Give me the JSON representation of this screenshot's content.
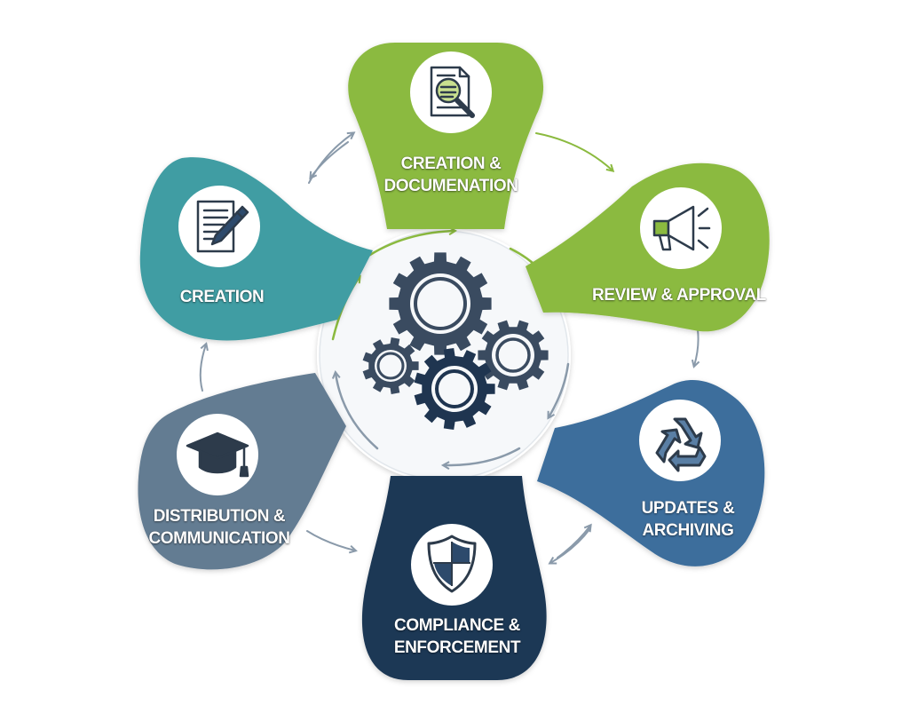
{
  "colors": {
    "green": "#8bba3f",
    "green_light": "#95c24a",
    "teal": "#3f9da3",
    "blue": "#3c6e9c",
    "slate": "#637b92",
    "navy": "#1d3754",
    "gear": "#3a4b60",
    "arrow": "#9aaab8"
  },
  "center": {
    "icon": "gears-icon"
  },
  "stages": [
    {
      "id": "creation-documentation",
      "lines": [
        "CREATION &",
        "DOCUMENATION"
      ],
      "icon": "magnifier-document-icon"
    },
    {
      "id": "review-approval",
      "lines": [
        "REVIEW & APPROVAL"
      ],
      "icon": "megaphone-icon"
    },
    {
      "id": "updates-archiving",
      "lines": [
        "UPDATES &",
        "ARCHIVING"
      ],
      "icon": "recycle-icon"
    },
    {
      "id": "compliance-enforcement",
      "lines": [
        "COMPLIANCE &",
        "ENFORCEMENT"
      ],
      "icon": "shield-icon"
    },
    {
      "id": "distribution-communication",
      "lines": [
        "DISTRIBUTION &",
        "COMMUNICATION"
      ],
      "icon": "graduation-cap-icon"
    },
    {
      "id": "creation",
      "lines": [
        "CREATION"
      ],
      "icon": "document-pen-icon"
    }
  ]
}
